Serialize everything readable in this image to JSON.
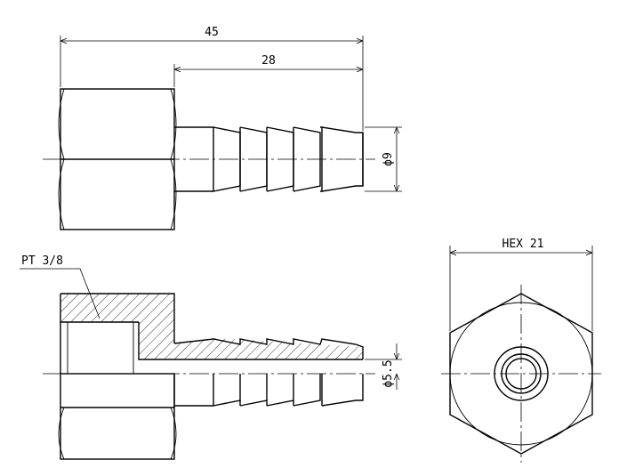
{
  "dimensions": {
    "overall_length": "45",
    "barb_length": "28",
    "barb_diameter": "ϕ9",
    "bore_diameter": "ϕ5.5",
    "hex_size": "HEX 21",
    "thread": "PT 3/8"
  },
  "colors": {
    "line": "#000000",
    "background": "#ffffff"
  }
}
